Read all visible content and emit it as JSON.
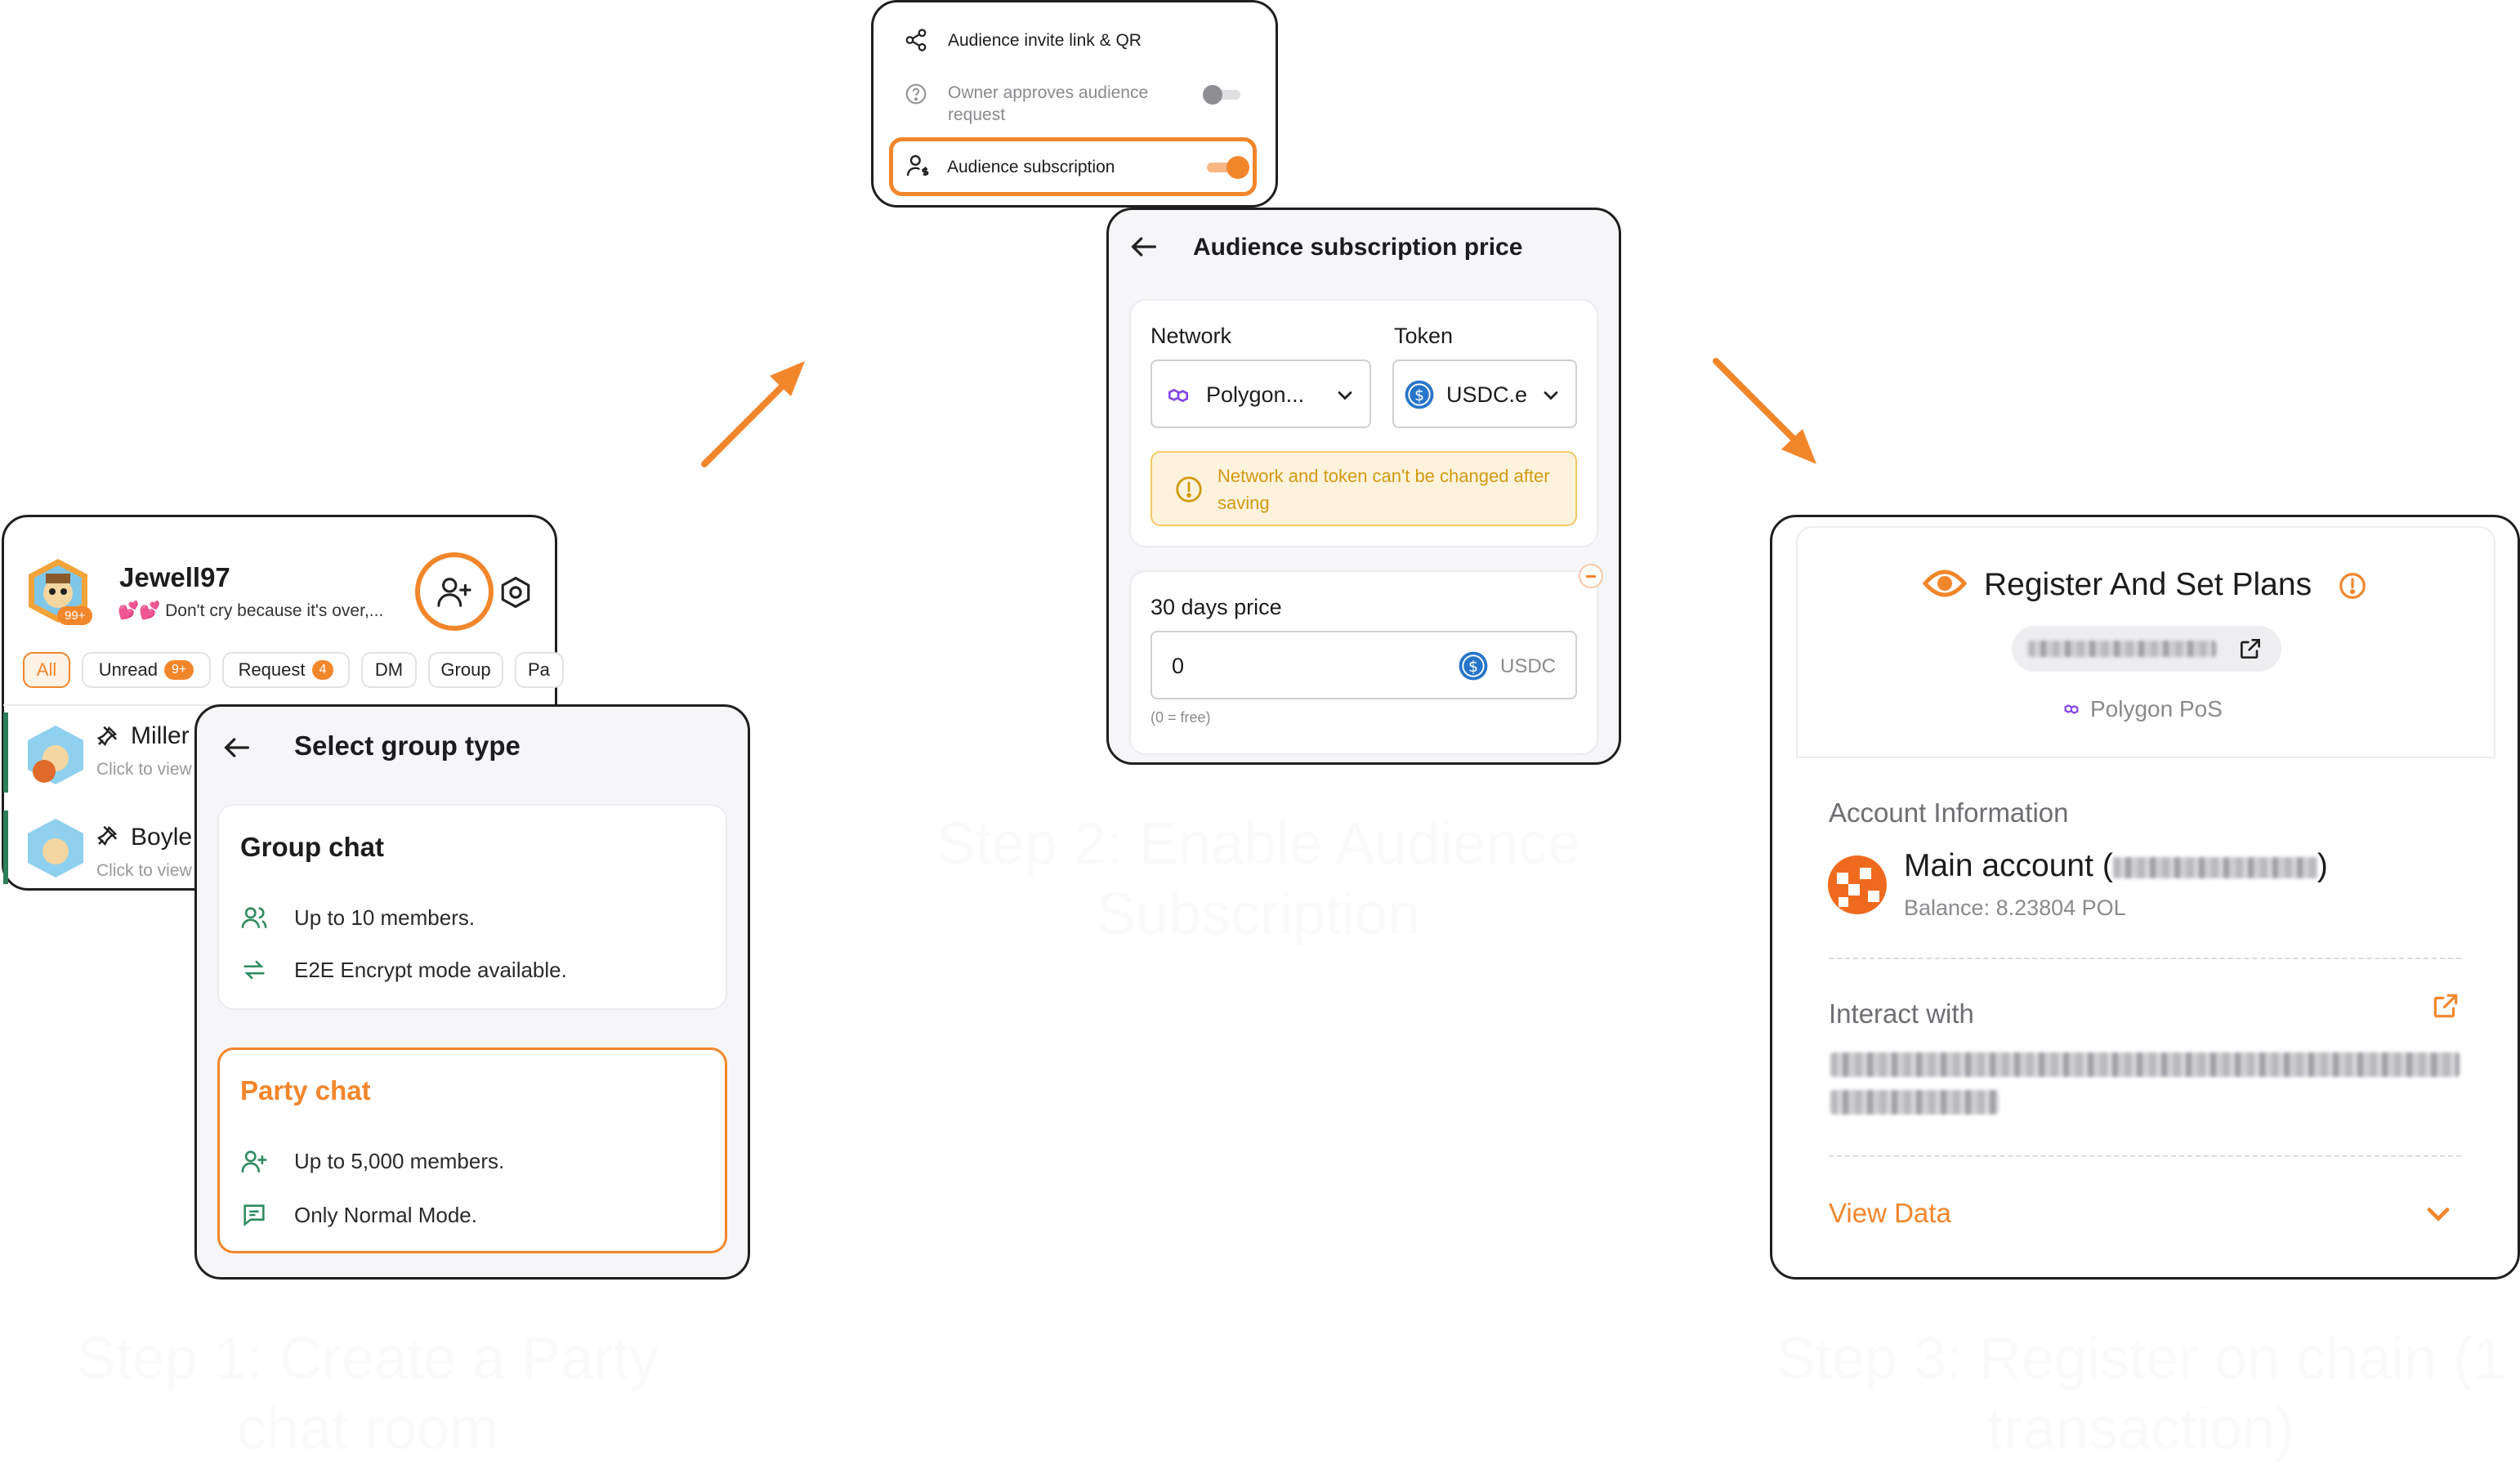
{
  "step1": {
    "caption": "Step 1: Create a Party chat room",
    "profile": {
      "username": "Jewell97",
      "status_emoji": "💕💕",
      "status_text": "Don't cry because it's over,...",
      "avatar_badge": "99+"
    },
    "filters": [
      {
        "label": "All",
        "active": true
      },
      {
        "label": "Unread",
        "badge": "9+"
      },
      {
        "label": "Request",
        "badge": "4"
      },
      {
        "label": "DM"
      },
      {
        "label": "Group"
      },
      {
        "label": "Pa"
      }
    ],
    "chats": [
      {
        "name": "Miller",
        "preview": "Click to view"
      },
      {
        "name": "Boyle",
        "preview": "Click to view"
      }
    ],
    "select_group": {
      "title": "Select group type",
      "group_chat": {
        "title": "Group chat",
        "features": [
          "Up to 10 members.",
          "E2E Encrypt mode available."
        ]
      },
      "party_chat": {
        "title": "Party chat",
        "features": [
          "Up to 5,000 members.",
          "Only Normal Mode."
        ]
      }
    }
  },
  "step2": {
    "caption": "Step 2: Enable Audience Subscription",
    "settings": [
      {
        "label": "Audience invite link & QR"
      },
      {
        "label": "Owner approves audience request",
        "toggle": false
      },
      {
        "label": "Audience subscription",
        "toggle": true
      }
    ],
    "price": {
      "title": "Audience subscription price",
      "network_label": "Network",
      "network_value": "Polygon...",
      "token_label": "Token",
      "token_value": "USDC.e",
      "warning": "Network and token can't be changed after saving",
      "period_label": "30 days price",
      "price_value": "0",
      "price_unit": "USDC",
      "hint": "(0 = free)"
    }
  },
  "step3": {
    "caption": "Step 3: Register on chain (1 transaction)",
    "title": "Register And Set Plans",
    "network": "Polygon PoS",
    "account_section": "Account Information",
    "account_name": "Main account",
    "balance": "Balance: 8.23804 POL",
    "interact_label": "Interact with",
    "view_data": "View Data"
  },
  "colors": {
    "accent": "#f2862b",
    "warning_bg": "#fdf3dc",
    "warning_text": "#d29a12",
    "usdc_blue": "#2775ca",
    "polygon_purple": "#8247e5"
  }
}
